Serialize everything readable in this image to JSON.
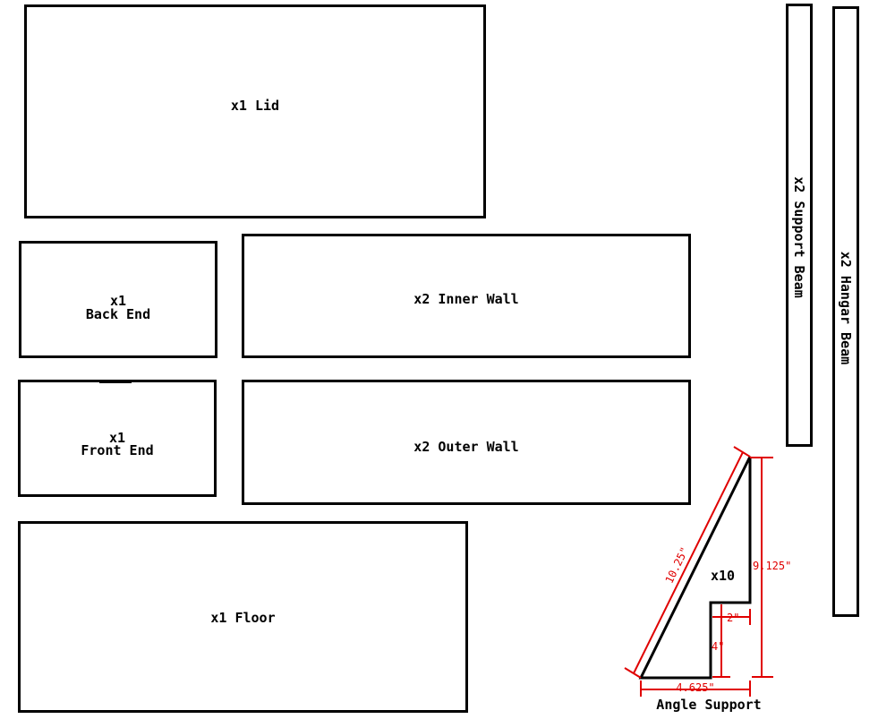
{
  "lid": {
    "label": "x1 Lid"
  },
  "back_end": {
    "count": "x1",
    "name": "Back End"
  },
  "inner_wall": {
    "label": "x2 Inner Wall"
  },
  "front_end": {
    "count": "x1",
    "name": "Front End"
  },
  "outer_wall": {
    "label": "x2 Outer Wall"
  },
  "floor": {
    "label": "x1 Floor"
  },
  "support_beam": {
    "label": "x2 Support Beam"
  },
  "hangar_beam": {
    "label": "x2 Hangar Beam"
  },
  "angle_support": {
    "count": "x10",
    "caption": "Angle Support",
    "dim_hypotenuse": "10.25\"",
    "dim_height": "9.125\"",
    "dim_notch_width": "2\"",
    "dim_notch_height": "4\"",
    "dim_base": "4.625\"",
    "dim_color": "#e00000"
  }
}
